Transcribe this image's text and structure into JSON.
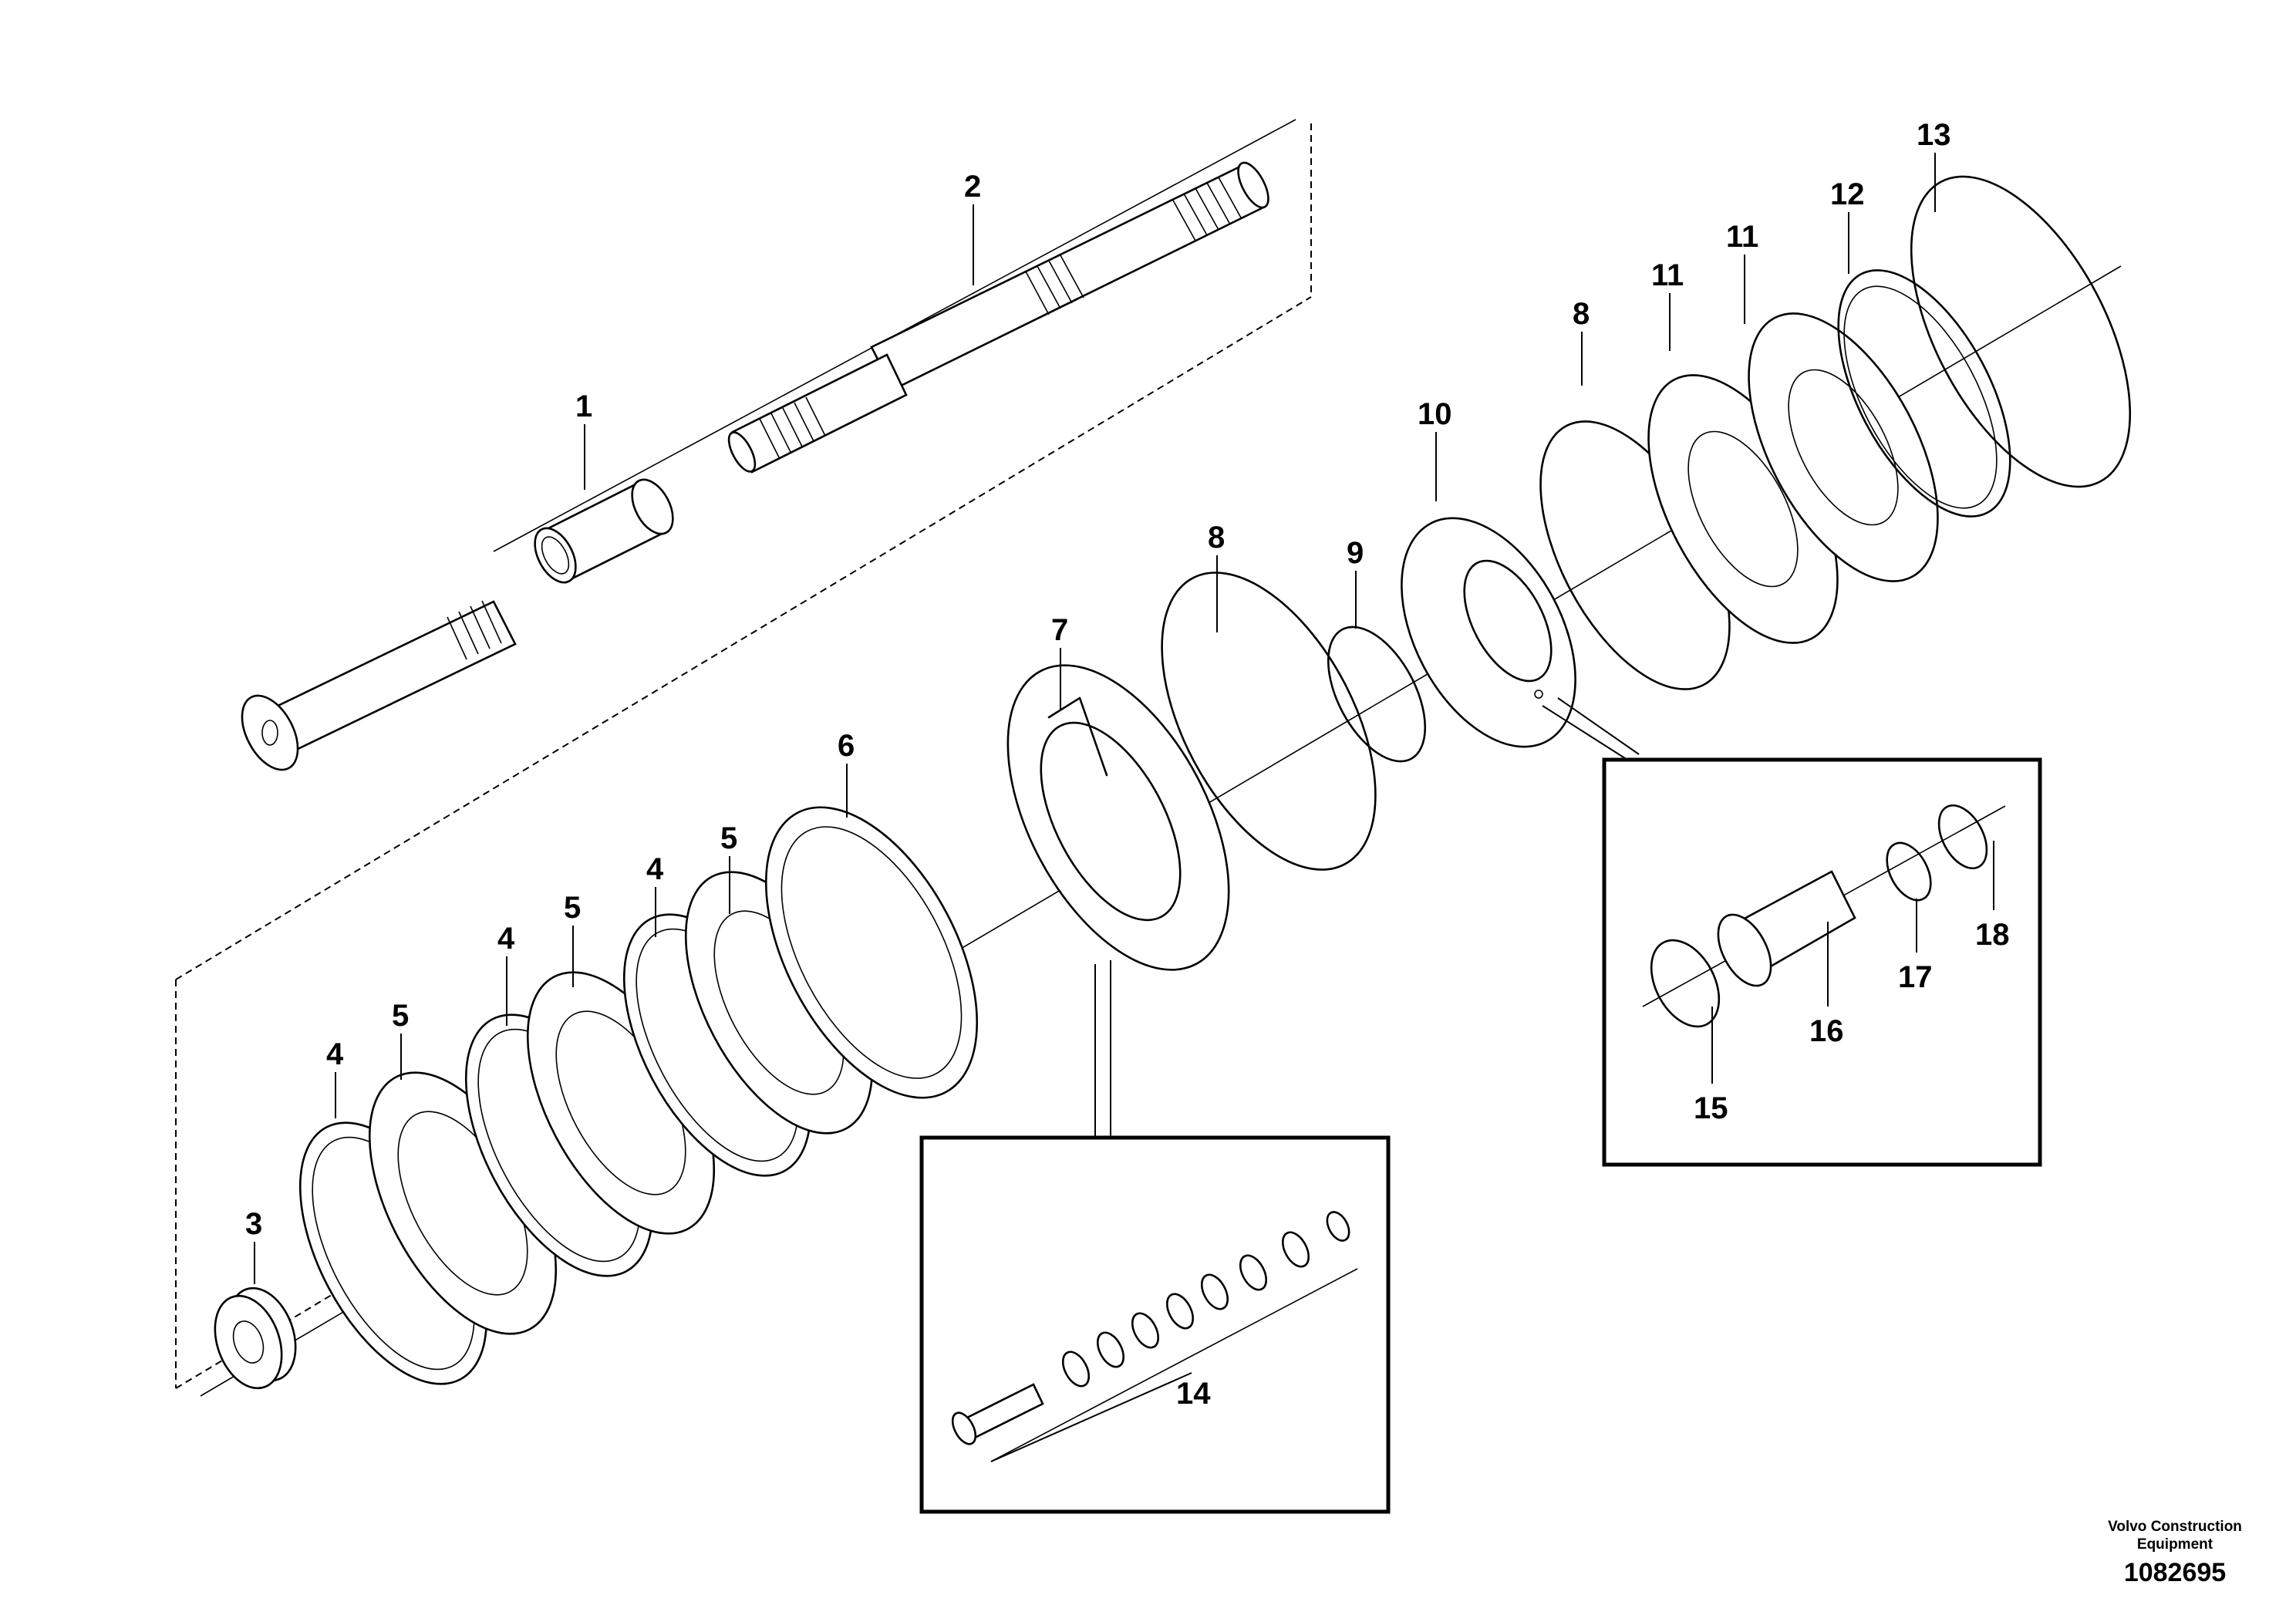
{
  "callouts": {
    "c1": "1",
    "c2": "2",
    "c3": "3",
    "c4a": "4",
    "c4b": "4",
    "c4c": "4",
    "c5a": "5",
    "c5b": "5",
    "c5c": "5",
    "c6": "6",
    "c7": "7",
    "c8a": "8",
    "c8b": "8",
    "c9": "9",
    "c10": "10",
    "c11a": "11",
    "c11b": "11",
    "c12": "12",
    "c13": "13",
    "c14": "14",
    "c15": "15",
    "c16": "16",
    "c17": "17",
    "c18": "18"
  },
  "footer": {
    "brand_line1": "Volvo Construction",
    "brand_line2": "Equipment",
    "doc_number": "1082695"
  }
}
